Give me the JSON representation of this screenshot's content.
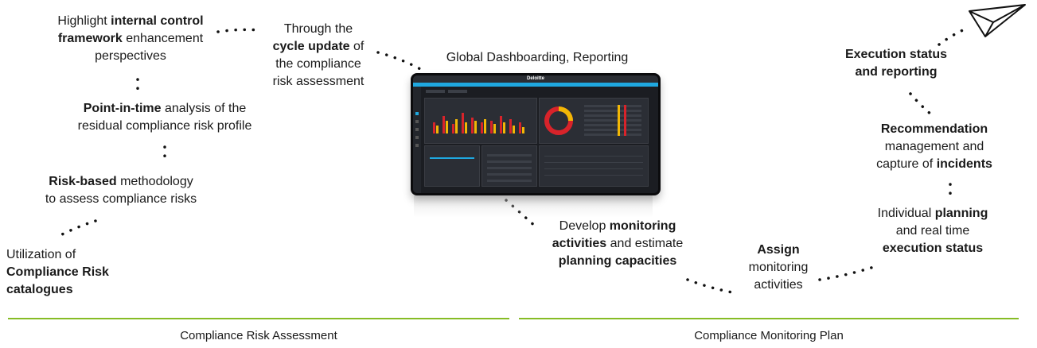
{
  "labels": {
    "highlight": {
      "pre": "Highlight ",
      "bold1": "internal control",
      "bold2": "framework",
      "post": " enhancement",
      "line3": "perspectives"
    },
    "cycle": {
      "line1": "Through the",
      "bold": "cycle update",
      "post": " of",
      "line3": "the compliance",
      "line4": "risk assessment"
    },
    "dashboard": "Global Dashboarding, Reporting",
    "pointintime": {
      "bold": "Point-in-time",
      "post": " analysis of the",
      "line2": "residual compliance risk profile"
    },
    "riskbased": {
      "bold": "Risk-based",
      "post": " methodology",
      "line2": "to assess compliance risks"
    },
    "utilization": {
      "line1": "Utilization of",
      "bold1": "Compliance Risk",
      "bold2": "catalogues"
    },
    "develop": {
      "pre": "Develop ",
      "bold1": "monitoring",
      "bold2": "activities",
      "mid": " and estimate",
      "bold3": "planning capacities"
    },
    "assign": {
      "bold": "Assign",
      "line2": "monitoring",
      "line3": "activities"
    },
    "individual": {
      "pre": "Individual ",
      "bold1": "planning",
      "line2": "and real time",
      "bold2": "execution status"
    },
    "recommendation": {
      "bold": "Recommendation",
      "line2": "management and",
      "pre3": "capture of ",
      "bold3": "incidents"
    },
    "execution": {
      "bold1": "Execution status",
      "bold2": "and reporting"
    }
  },
  "footer": {
    "left": "Compliance Risk Assessment",
    "right": "Compliance Monitoring Plan"
  },
  "dashboard_screen": {
    "brand": "Deloitte"
  },
  "colors": {
    "accent_green": "#86bc25",
    "screen_blue": "#1fa8e0",
    "bar_red": "#d8232a",
    "bar_yellow": "#f2b705"
  }
}
